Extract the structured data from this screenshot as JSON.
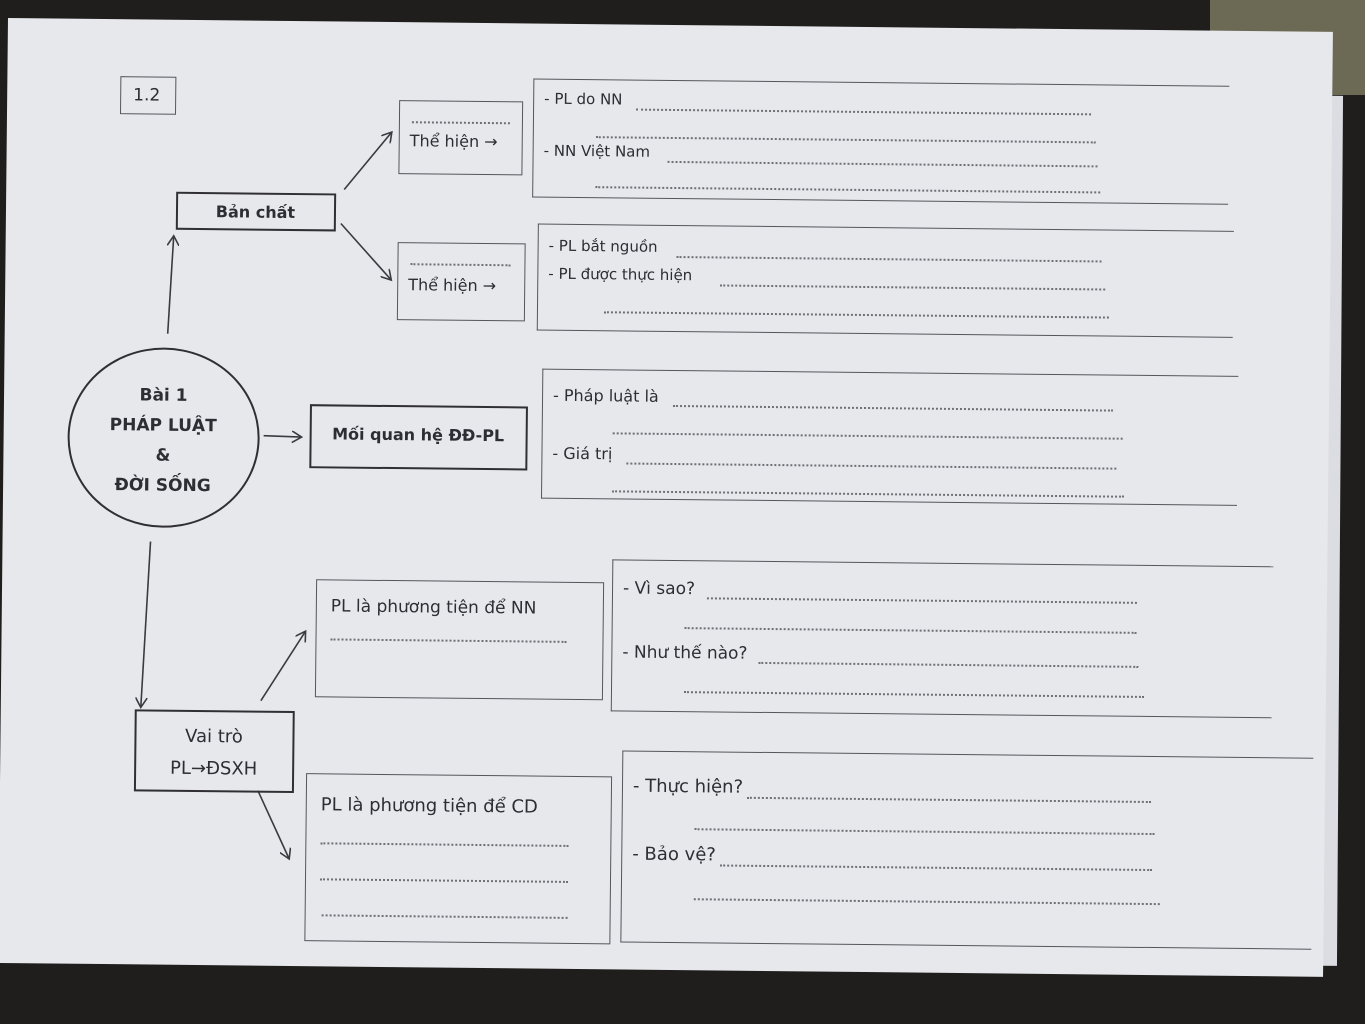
{
  "page_number": "1.2",
  "center": {
    "line1": "Bài 1",
    "line2": "PHÁP LUẬT",
    "line3": "&",
    "line4": "ĐỜI SỐNG"
  },
  "nature": {
    "label": "Bản chất",
    "upper": {
      "connector": "Thể hiện →",
      "lines": [
        "- PL do NN",
        "- NN Việt Nam"
      ]
    },
    "lower": {
      "connector": "Thể hiện →",
      "lines": [
        "- PL bắt nguồn",
        "- PL được thực hiện"
      ]
    }
  },
  "relation": {
    "label": "Mối quan hệ ĐĐ-PL",
    "lines": [
      "- Pháp luật là",
      "- Giá trị"
    ]
  },
  "role": {
    "label_line1": "Vai trò",
    "label_line2": "PL→ĐSXH",
    "state": {
      "title": "PL là phương tiện để NN",
      "lines": [
        "- Vì sao?",
        "- Như thế nào?"
      ]
    },
    "citizen": {
      "title": "PL là phương tiện để CD",
      "lines": [
        "- Thực hiện?",
        "- Bảo vệ?"
      ]
    }
  }
}
